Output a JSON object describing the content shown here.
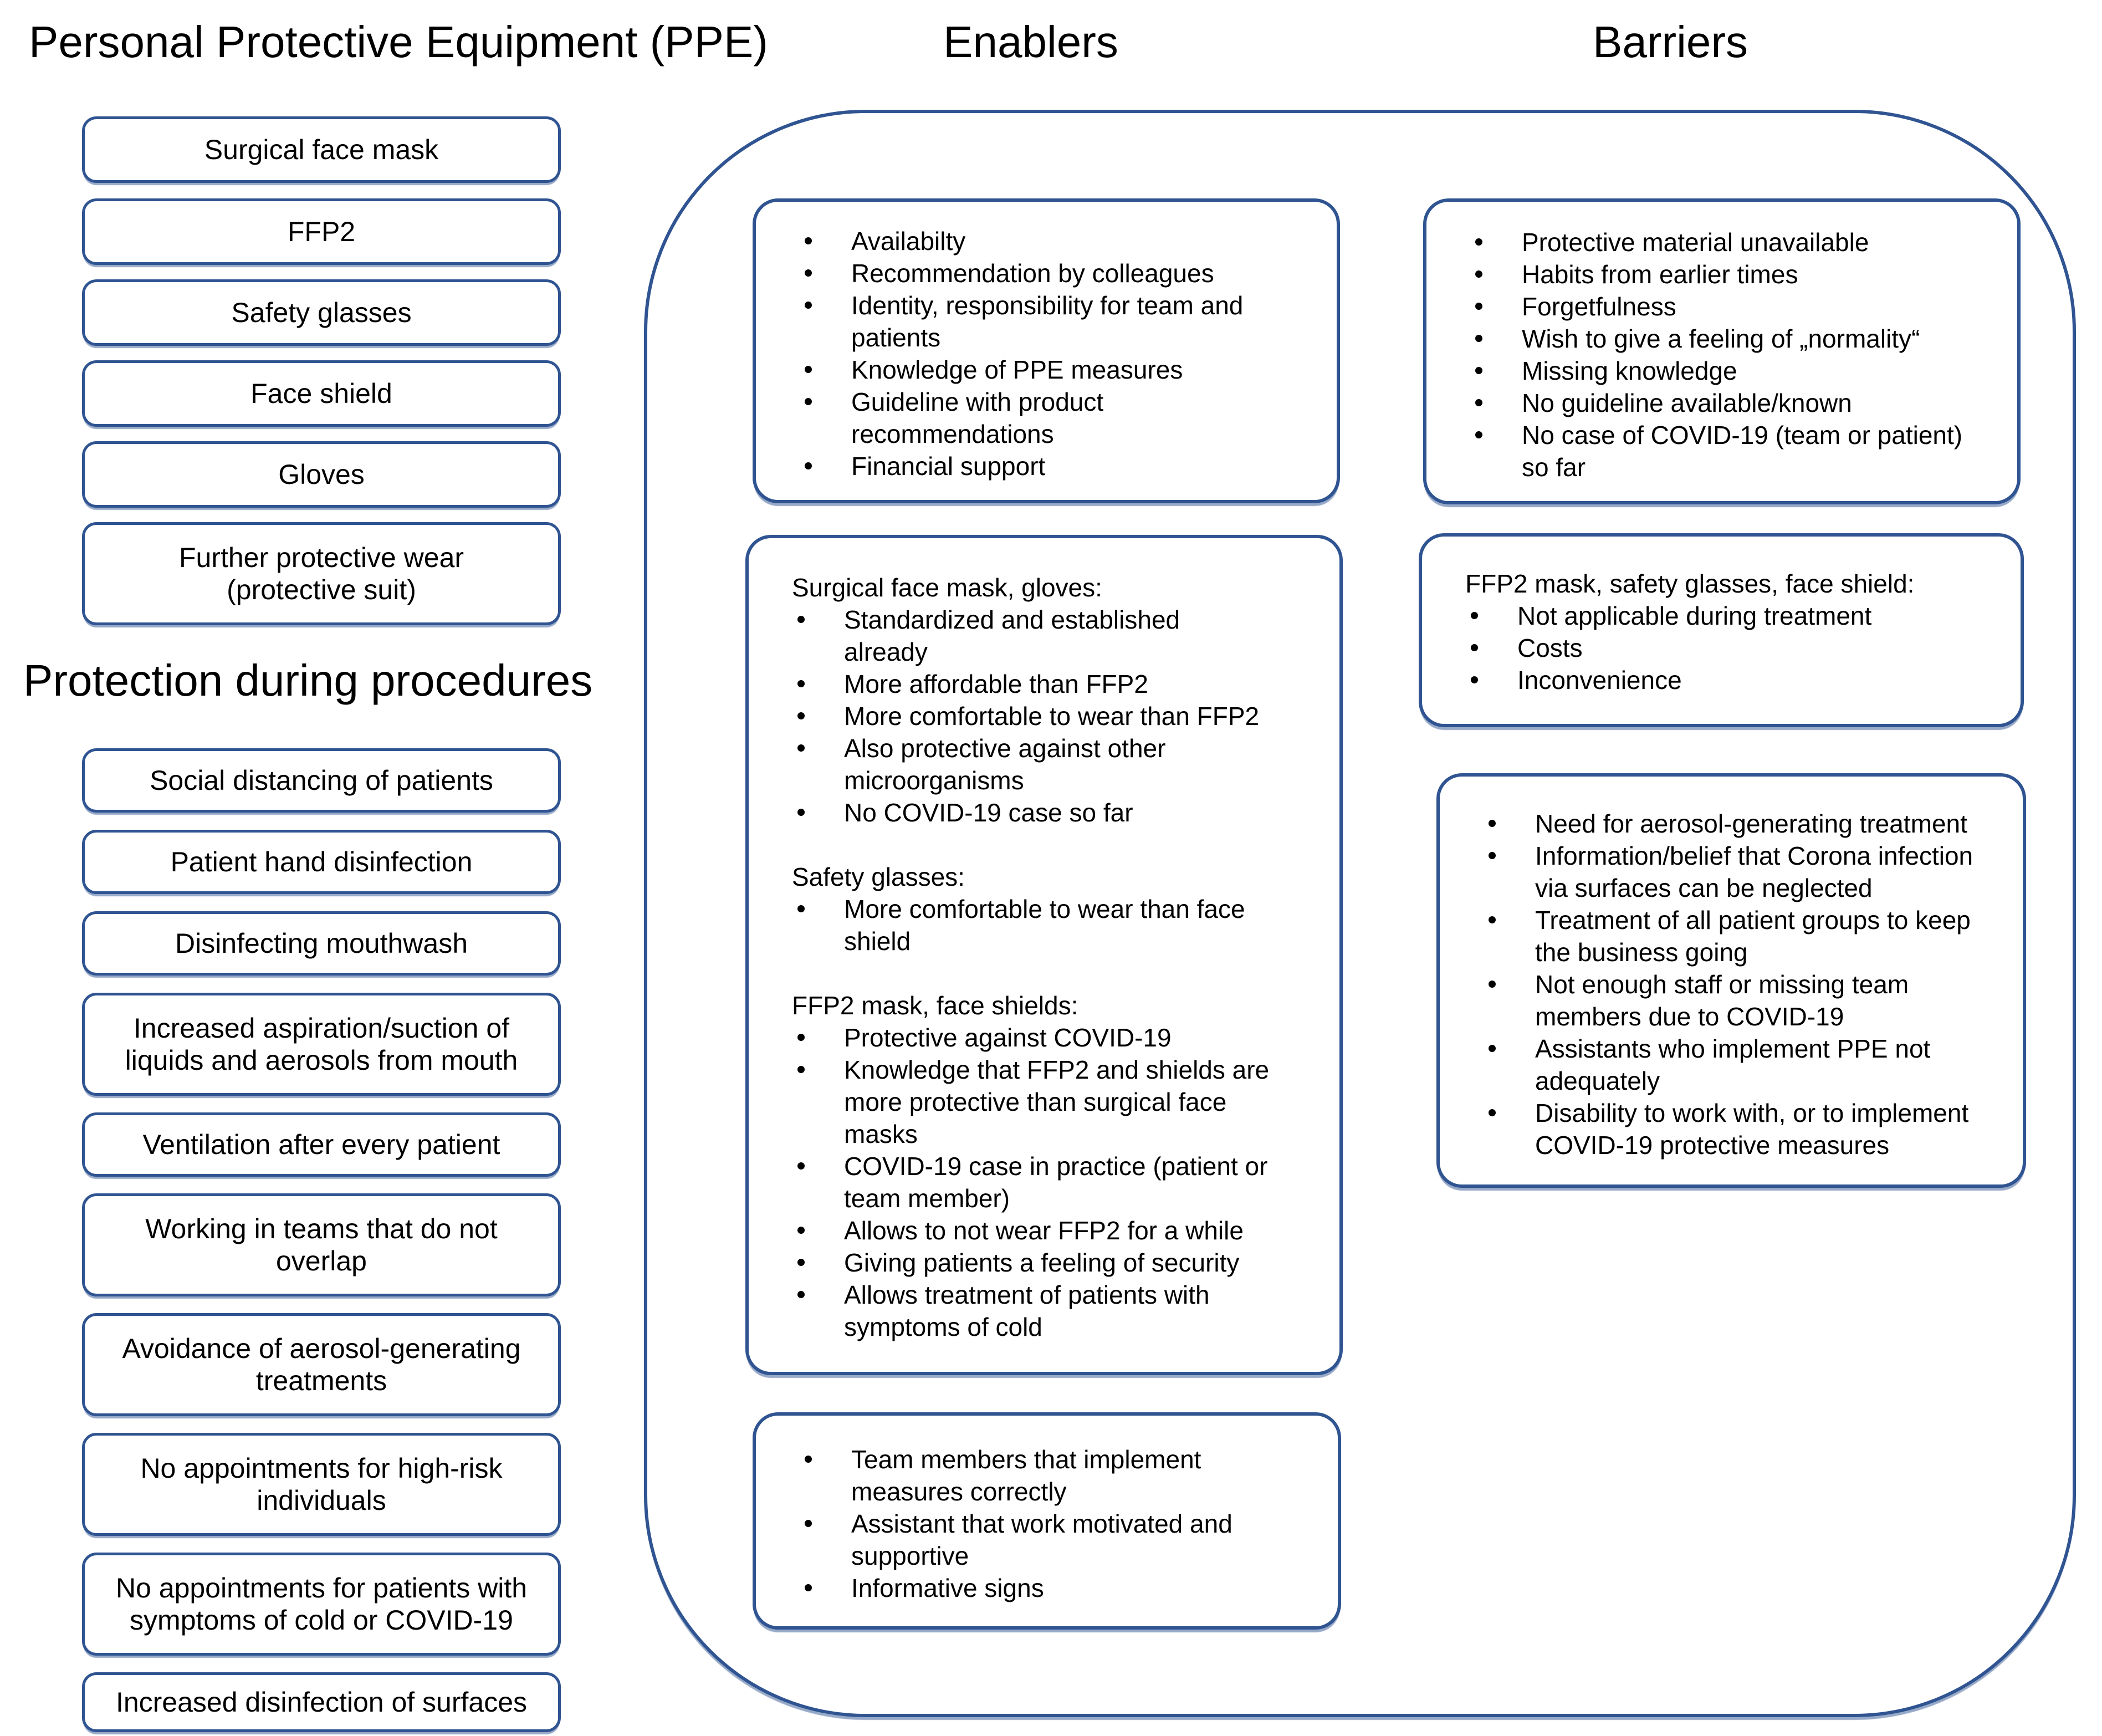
{
  "headings": {
    "ppe": "Personal Protective Equipment (PPE)",
    "procedures": "Protection during procedures",
    "enablers": "Enablers",
    "barriers": "Barriers"
  },
  "colors": {
    "accent_border": "#2F5491",
    "text": "#000000",
    "background": "#FFFFFF"
  },
  "ppe_items": [
    "Surgical face mask",
    "FFP2",
    "Safety glasses",
    "Face shield",
    "Gloves",
    "Further protective wear\n(protective suit)"
  ],
  "procedure_items": [
    "Social distancing of patients",
    "Patient hand disinfection",
    "Disinfecting mouthwash",
    "Increased aspiration/suction of\nliquids and aerosols from mouth",
    "Ventilation after every patient",
    "Working in teams that do not\noverlap",
    "Avoidance of aerosol-generating\ntreatments",
    "No appointments for high-risk\nindividuals",
    "No appointments for patients with\nsymptoms of cold or COVID-19",
    "Increased disinfection of surfaces"
  ],
  "enablers": {
    "box1": {
      "bullets": [
        "Availabilty",
        "Recommendation by colleagues",
        "Identity, responsibility for team and\npatients",
        "Knowledge of PPE measures",
        "Guideline with product\nrecommendations",
        "Financial support"
      ]
    },
    "box2": {
      "sections": [
        {
          "header": "Surgical face mask, gloves:",
          "bullets": [
            "Standardized and established\nalready",
            "More affordable than FFP2",
            "More comfortable to wear than FFP2",
            "Also protective against other\nmicroorganisms",
            "No COVID-19 case so far"
          ]
        },
        {
          "header": "Safety glasses:",
          "bullets": [
            "More comfortable to wear than face\nshield"
          ]
        },
        {
          "header": "FFP2 mask, face shields:",
          "bullets": [
            "Protective against COVID-19",
            "Knowledge that FFP2 and shields are\nmore protective than surgical face\nmasks",
            "COVID-19 case in practice (patient or\nteam member)",
            "Allows to not wear FFP2 for a while",
            "Giving patients a feeling of security",
            "Allows treatment of patients with\nsymptoms of cold"
          ]
        }
      ]
    },
    "box3": {
      "bullets": [
        "Team members that implement\nmeasures correctly",
        "Assistant that work motivated and\nsupportive",
        "Informative signs"
      ]
    }
  },
  "barriers": {
    "box1": {
      "bullets": [
        "Protective material unavailable",
        "Habits from earlier times",
        "Forgetfulness",
        "Wish to give a feeling of „normality“",
        "Missing knowledge",
        "No guideline available/known",
        "No case of COVID-19 (team or patient)\nso far"
      ]
    },
    "box2": {
      "header": "FFP2 mask, safety glasses, face shield:",
      "bullets": [
        "Not applicable during treatment",
        "Costs",
        "Inconvenience"
      ]
    },
    "box3": {
      "bullets": [
        "Need for aerosol-generating treatment",
        "Information/belief that Corona infection\nvia surfaces can be neglected",
        "Treatment of all patient groups to keep\nthe business going",
        "Not enough staff or missing team\nmembers due to COVID-19",
        "Assistants who implement PPE not\nadequately",
        "Disability to work with, or to implement\nCOVID-19 protective measures"
      ]
    }
  }
}
